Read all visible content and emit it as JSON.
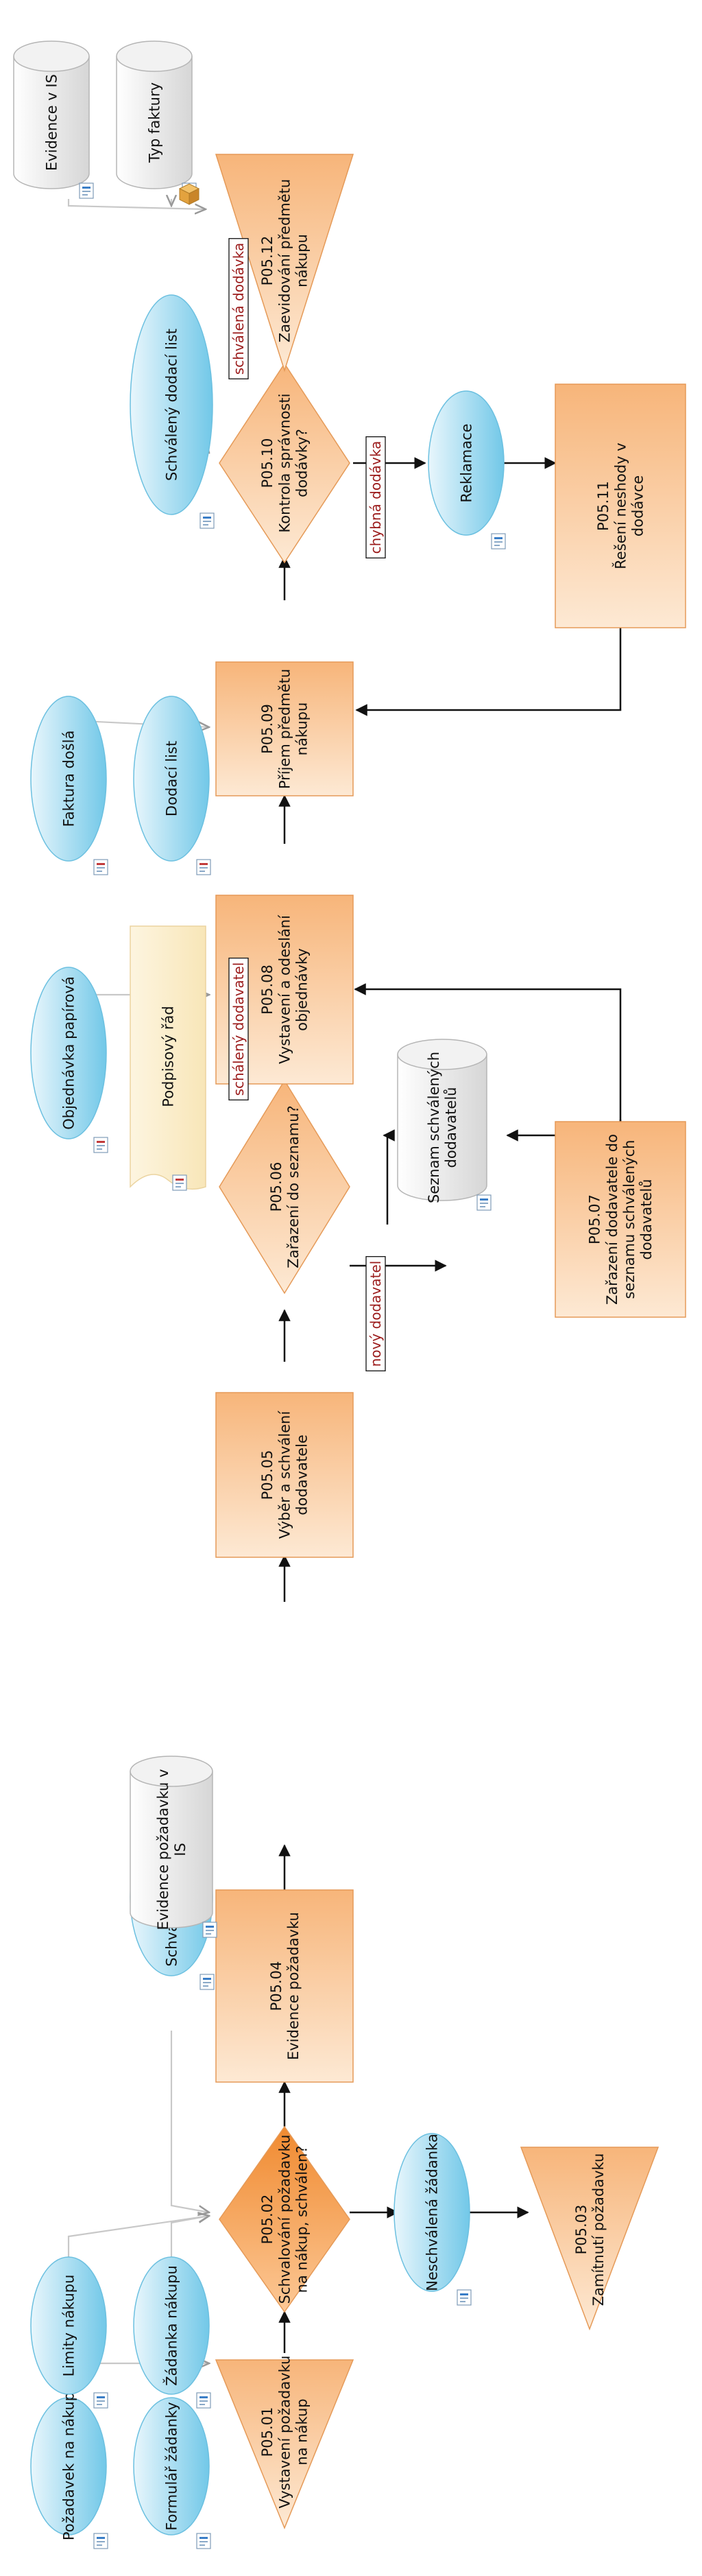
{
  "processes": {
    "p0501": {
      "code": "P05.01",
      "line1": "Vystavení požadavku",
      "line2": "na nákup",
      "line3": ""
    },
    "p0502": {
      "code": "P05.02",
      "line1": "Schvalování požadavku",
      "line2": "na nákup, schválen?",
      "line3": ""
    },
    "p0503": {
      "code": "P05.03",
      "line1": "Zamítnutí požadavku",
      "line2": "",
      "line3": ""
    },
    "p0504": {
      "code": "P05.04",
      "line1": "Evidence požadavku",
      "line2": "",
      "line3": ""
    },
    "p0505": {
      "code": "P05.05",
      "line1": "Výběr a schválení",
      "line2": "dodavatele",
      "line3": ""
    },
    "p0506": {
      "code": "P05.06",
      "line1": "Zařazení do seznamu?",
      "line2": "",
      "line3": ""
    },
    "p0507": {
      "code": "P05.07",
      "line1": "Zařazení dodavatele do",
      "line2": "seznamu schválených",
      "line3": "dodavatelů"
    },
    "p0508": {
      "code": "P05.08",
      "line1": "Vystavení a odeslání",
      "line2": "objednávky",
      "line3": ""
    },
    "p0509": {
      "code": "P05.09",
      "line1": "Příjem předmětu",
      "line2": "nákupu",
      "line3": ""
    },
    "p0510": {
      "code": "P05.10",
      "line1": "Kontrola správnosti",
      "line2": "dodávky?",
      "line3": ""
    },
    "p0511": {
      "code": "P05.11",
      "line1": "Řešení neshody v",
      "line2": "dodávce",
      "line3": ""
    },
    "p0512": {
      "code": "P05.12",
      "line1": "Zaevidování předmětu",
      "line2": "nákupu",
      "line3": ""
    }
  },
  "documents": {
    "pozadavek": {
      "line1": "Požadavek na nákup",
      "line2": ""
    },
    "formular": {
      "line1": "Formulář žádanky",
      "line2": ""
    },
    "limity": {
      "line1": "Limity nákupu",
      "line2": ""
    },
    "zadanka": {
      "line1": "Žádanka nákupu",
      "line2": ""
    },
    "schvalena_zadanka": {
      "line1": "Schválená žádanka",
      "line2": ""
    },
    "neschvalena_zadanka": {
      "line1": "Neschválená žádanka",
      "line2": ""
    },
    "objednavka": {
      "line1": "Objednávka papírová",
      "line2": ""
    },
    "faktura_dosla": {
      "line1": "Faktura došlá",
      "line2": ""
    },
    "dodaci_list": {
      "line1": "Dodací list",
      "line2": ""
    },
    "schvaleny_dodaci_list": {
      "line1": "Schválený dodací list",
      "line2": ""
    },
    "reklamace": {
      "line1": "Reklamace",
      "line2": ""
    },
    "podpisovy_rad": {
      "line1": "Podpisový řád",
      "line2": ""
    }
  },
  "databases": {
    "evidence_pozadavku": {
      "line1": "Evidence požadavku v",
      "line2": "IS"
    },
    "seznam_dodavatelu": {
      "line1": "Seznam schválených",
      "line2": "dodavatelů"
    },
    "evidence_is": {
      "line1": "Evidence v IS",
      "line2": ""
    },
    "typ_faktury": {
      "line1": "Typ faktury",
      "line2": ""
    }
  },
  "labels": {
    "schvalena_dodavka": "schválená dodávka",
    "chybna_dodavka": "chybná dodávka",
    "schvaleny_dodavatel": "schálený dodavatel",
    "novy_dodavatel": "nový dodavatel"
  },
  "colors": {
    "process_light": "#fde7cf",
    "process_dark": "#f7b77c",
    "process_stroke": "#e59a58",
    "decision_accent": "#f08a30",
    "document_light": "#e4f4fb",
    "document_dark": "#76cbe9",
    "document_stroke": "#6cc0e0",
    "database_light": "#ffffff",
    "database_dark": "#d9d9d9",
    "database_stroke": "#b5b5b5",
    "paper_fill": "#fcf0d2",
    "paper_stroke": "#ebd4a0",
    "label_text": "#9b1b1b",
    "connector": "#111111"
  },
  "icons": [
    "document-badge-icon",
    "report-badge-icon",
    "package-icon"
  ]
}
